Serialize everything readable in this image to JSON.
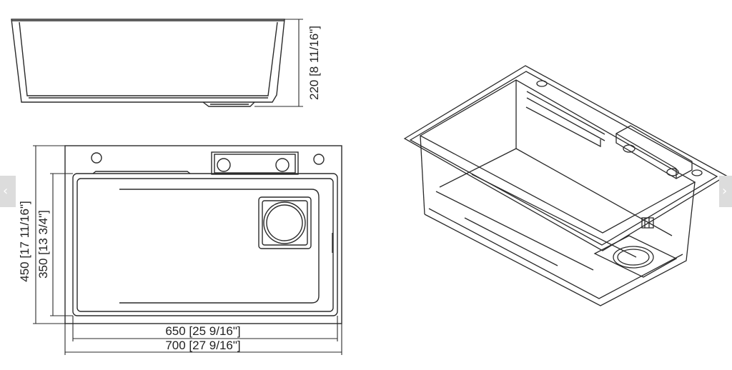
{
  "dimensions": {
    "height": "220 [8 11/16\"]",
    "outer_depth": "450 [17 11/16\"]",
    "inner_depth": "350 [13 3/4\"]",
    "inner_width": "650 [25 9/16\"]",
    "outer_width": "700 [27 9/16\"]"
  },
  "nav": {
    "prev_icon": "‹",
    "next_icon": "›"
  },
  "colors": {
    "line": "#2a2a2a",
    "nav_bg": "#dcdcdc"
  }
}
